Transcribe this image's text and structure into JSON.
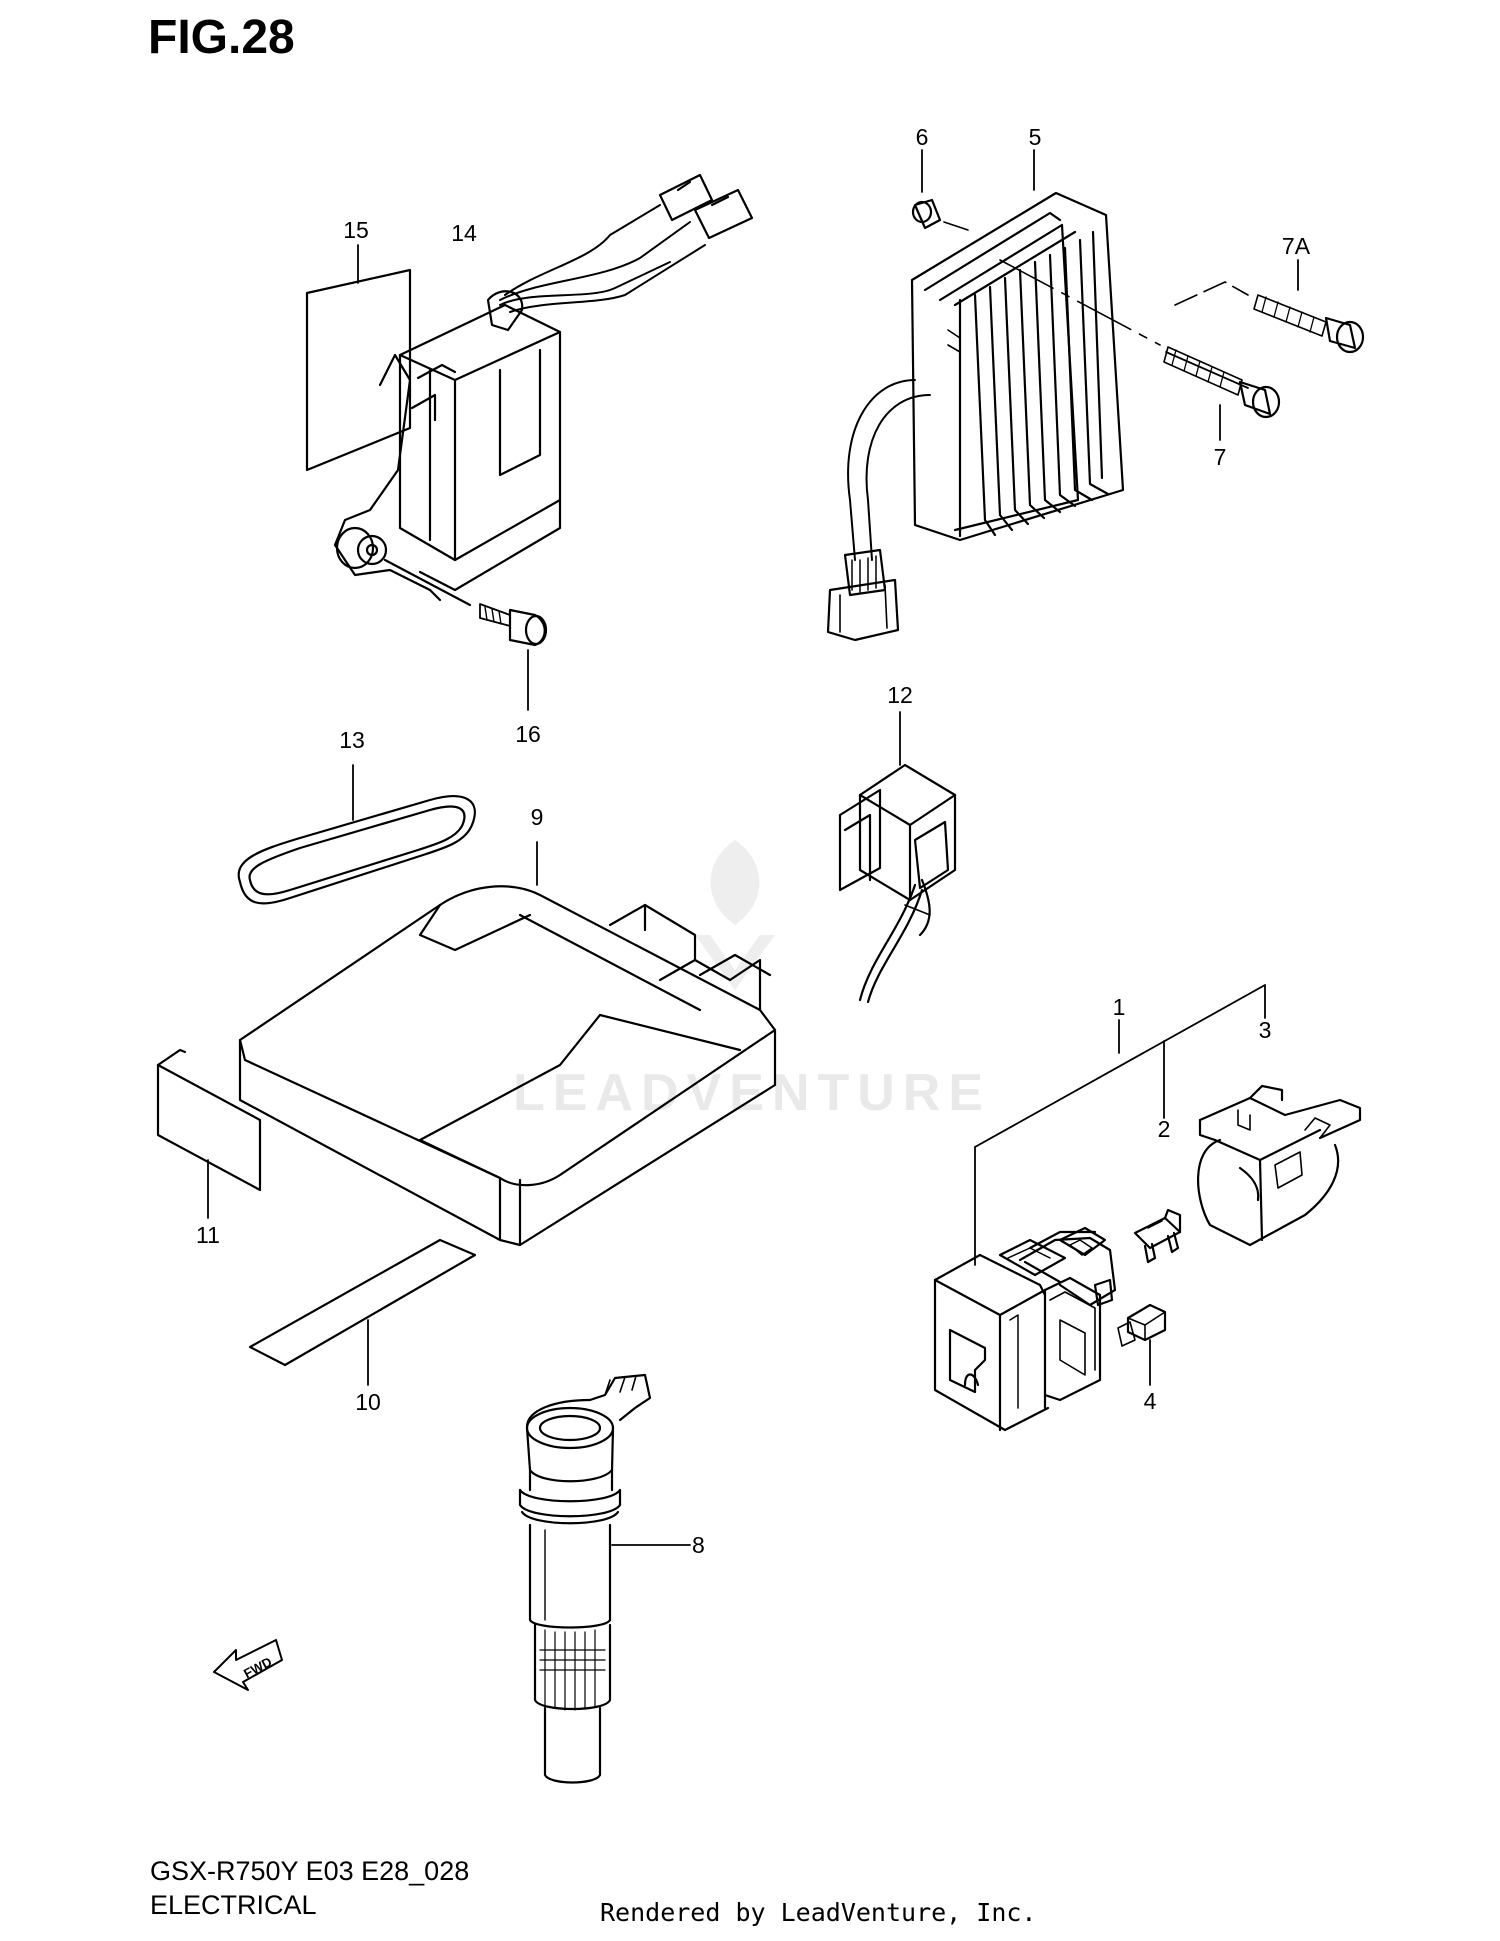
{
  "header": {
    "figure_title": "FIG.28"
  },
  "footer": {
    "model_code": "GSX-R750Y E03 E28_028",
    "section_name": "ELECTRICAL",
    "render_credit": "Rendered by LeadVenture, Inc."
  },
  "watermark": {
    "text": "LEADVENTURE"
  },
  "direction_arrow": {
    "label": "FWD"
  },
  "callouts": {
    "c1": "1",
    "c2": "2",
    "c3": "3",
    "c4": "4",
    "c5": "5",
    "c6": "6",
    "c7": "7",
    "c7a": "7A",
    "c8": "8",
    "c9": "9",
    "c10": "10",
    "c11": "11",
    "c12": "12",
    "c13": "13",
    "c14": "14",
    "c15": "15",
    "c16": "16"
  }
}
